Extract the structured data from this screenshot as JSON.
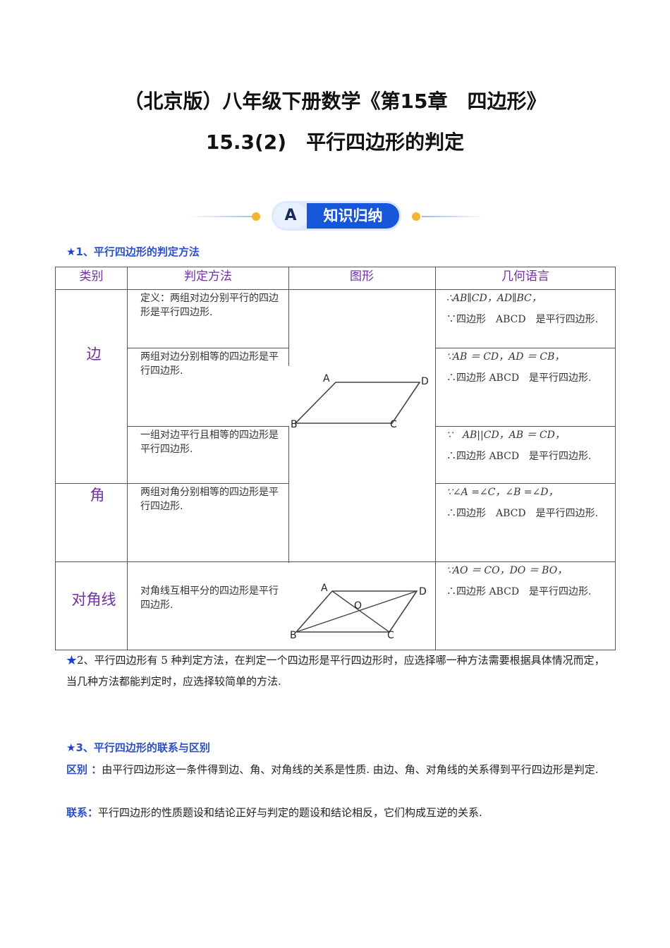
{
  "title_line1": "（北京版）八年级下册数学《第15章　四边形》",
  "title_line2": "15.3(2)　平行四边形的判定",
  "banner": {
    "letter": "A",
    "label": "知识归纳"
  },
  "section1": {
    "heading": "1、平行四边形的判定方法"
  },
  "table": {
    "headers": [
      "类别",
      "判定方法",
      "图形",
      "几何语言"
    ],
    "categories": [
      "边",
      "角",
      "对角线"
    ],
    "rows": [
      {
        "method": "定义：两组对边分别平行的四边形是平行四边形.",
        "geo_line1": "∴AB∥CD，AD∥BC，",
        "geo_line2": "∵四边形　ABCD　是平行四边形."
      },
      {
        "method": "两组对边分别相等的四边形是平行四边形.",
        "geo_line1": "∵AB ＝ CD，AD ＝ CB，",
        "geo_line2": "∴四边形 ABCD　是平行四边形."
      },
      {
        "method": "一组对边平行且相等的四边形是平行四边形.",
        "geo_line1": "∵　AB||CD，AB ＝ CD，",
        "geo_line2": "∴四边形 ABCD　是平行四边形."
      },
      {
        "method": "两组对角分别相等的四边形是平行四边形.",
        "geo_line1": "∵∠A =∠C，∠B =∠D，",
        "geo_line2": "∴四边形　ABCD　是平行四边形."
      },
      {
        "method": "对角线互相平分的四边形是平行四边形.",
        "geo_line1": "∵AO ＝ CO，DO ＝ BO，",
        "geo_line2": "∴四边形 ABCD　是平行四边形."
      }
    ],
    "figure_labels": {
      "a": "A",
      "b": "B",
      "c": "C",
      "d": "D",
      "o": "O"
    }
  },
  "section2": {
    "text": "2、平行四边形有 5 种判定方法，在判定一个四边形是平行四边形时，应选择哪一种方法需要根据具体情况而定，当几种方法都能判定时，应选择较简单的方法."
  },
  "section3": {
    "heading": "3、平行四边形的联系与区别",
    "diff_label": "区别 ：",
    "diff_text": "由平行四边形这一条件得到边、角、对角线的关系是性质. 由边、角、对角线的关系得到平行四边形是判定.",
    "link_label": "联系：",
    "link_text": "平行四边形的性质题设和结论正好与判定的题设和结论相反，它们构成互逆的关系."
  },
  "star": "★",
  "colors": {
    "accent": "#2a4fc9",
    "purple": "#7030a0",
    "banner_blue": "#1557d8"
  }
}
